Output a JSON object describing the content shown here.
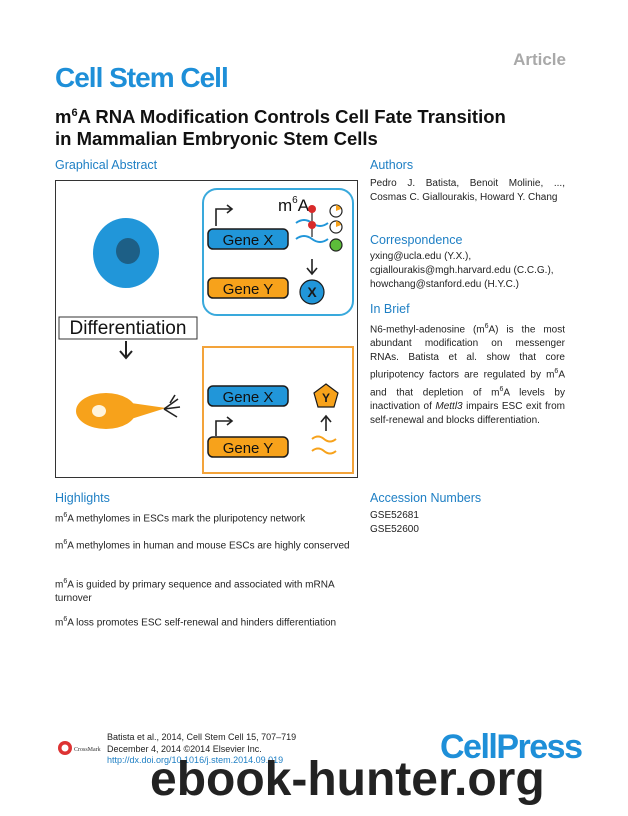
{
  "header": {
    "article_tag": "Article",
    "journal": "Cell Stem Cell",
    "title_line1_prefix": "m",
    "title_line1_sup": "6",
    "title_line1_rest": "A RNA Modification Controls Cell Fate Transition",
    "title_line2": "in Mammalian Embryonic Stem Cells"
  },
  "graphical_abstract": {
    "heading": "Graphical Abstract",
    "m6a_label_prefix": "m",
    "m6a_label_sup": "6",
    "m6a_label_rest": "A",
    "gene_x": "Gene X",
    "gene_y": "Gene Y",
    "protein_x": "X",
    "protein_y": "Y",
    "differentiation": "Differentiation",
    "colors": {
      "blue_cell": "#2196d9",
      "nucleus": "#1d5f86",
      "orange_cell": "#f7a21b",
      "top_panel_border": "#39a9dc",
      "bottom_panel_border": "#f3a33a"
    }
  },
  "authors": {
    "heading": "Authors",
    "text": "Pedro J. Batista, Benoit Molinie, ..., Cosmas C. Giallourakis, Howard Y. Chang"
  },
  "correspondence": {
    "heading": "Correspondence",
    "line1": "yxing@ucla.edu (Y.X.),",
    "line2": "cgiallourakis@mgh.harvard.edu (C.C.G.),",
    "line3": "howchang@stanford.edu (H.Y.C.)"
  },
  "in_brief": {
    "heading": "In Brief",
    "p1": "N6-methyl-adenosine (m",
    "sup1": "6",
    "p2": "A) is the most abundant modification on messenger RNAs. Batista et al. show that core pluripotency factors are regulated by m",
    "sup2": "6",
    "p3": "A and that depletion of m",
    "sup3": "6",
    "p4": "A levels by inactivation of ",
    "gene_italic": "Mettl3",
    "p5": " impairs ESC exit from self-renewal and blocks differentiation."
  },
  "highlights": {
    "heading": "Highlights",
    "items": [
      {
        "prefix": "m",
        "sup": "6",
        "rest": "A methylomes in ESCs mark the pluripotency network"
      },
      {
        "prefix": "m",
        "sup": "6",
        "rest": "A methylomes in human and mouse ESCs are highly conserved"
      },
      {
        "prefix": "m",
        "sup": "6",
        "rest": "A is guided by primary sequence and associated with mRNA turnover"
      },
      {
        "prefix": "m",
        "sup": "6",
        "rest": "A loss promotes ESC self-renewal and hinders differentiation"
      }
    ]
  },
  "accession": {
    "heading": "Accession Numbers",
    "numbers": [
      "GSE52681",
      "GSE52600"
    ]
  },
  "footer": {
    "citation": "Batista et al., 2014, Cell Stem Cell 15, 707–719",
    "date": "December 4, 2014 ©2014 Elsevier Inc.",
    "doi": "http://dx.doi.org/10.1016/j.stem.2014.09.019",
    "crossmark": "CrossMark",
    "cellpress": "CellPress"
  },
  "watermark": "ebook-hunter.org"
}
